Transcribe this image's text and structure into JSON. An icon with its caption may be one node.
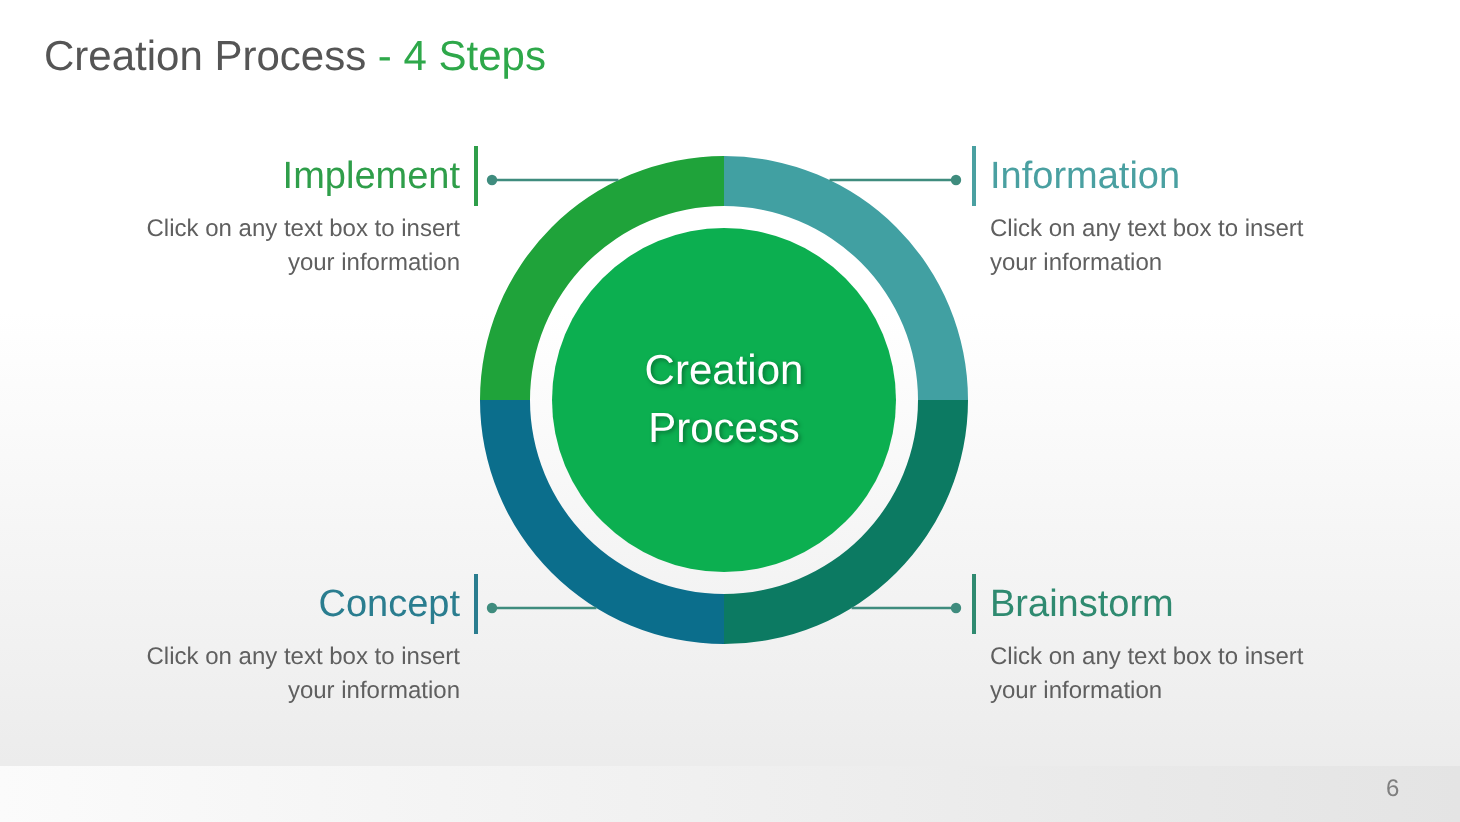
{
  "diagram": {
    "title": "Creation Process - 4 Steps",
    "nodes": [
      {
        "text": [
          "Implement",
          "Click on any text box to insert your information"
        ]
      },
      {
        "text": [
          "Information",
          "Click on any text box to insert your information"
        ]
      },
      {
        "text": [],
        "shape": "arc"
      },
      {
        "text": [],
        "shape": "arc"
      },
      {
        "text": [
          "Creation Process"
        ]
      },
      {
        "text": [],
        "shape": "arc"
      },
      {
        "text": [],
        "shape": "arc"
      },
      {
        "text": [
          "Concept",
          "Click on any text box to insert your information"
        ]
      },
      {
        "text": [
          "Brainstorm",
          "Click on any text box to insert your information"
        ]
      }
    ],
    "edges": [
      {
        "from": 0,
        "to": 2,
        "arrow": "other"
      },
      {
        "from": 1,
        "to": 3,
        "arrow": "other"
      },
      {
        "from": 7,
        "to": 5,
        "arrow": "other"
      },
      {
        "from": 8,
        "to": 6,
        "arrow": "other"
      }
    ],
    "labels": [
      "6"
    ]
  }
}
